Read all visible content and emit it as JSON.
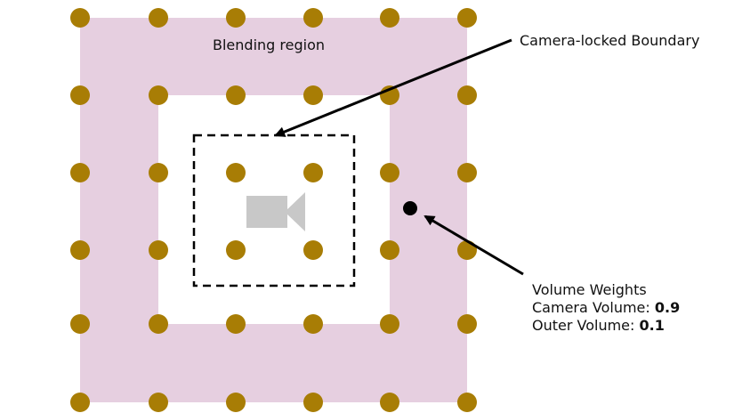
{
  "labels": {
    "blending_region": "Blending region",
    "boundary": "Camera-locked Boundary",
    "weights_title": "Volume Weights",
    "camera_volume_label": "Camera Volume:",
    "camera_volume_value": "0.9",
    "outer_volume_label": "Outer Volume:",
    "outer_volume_value": "0.1"
  },
  "colors": {
    "blend_fill": "#e6cfe0",
    "probe": "#a87d05",
    "camera_icon": "#c8c8c8",
    "marker": "#000000",
    "boundary_stroke": "#000000"
  },
  "icons": {
    "camera": "video-camera-icon",
    "probe": "probe-dot-icon",
    "sample": "sample-point-icon"
  }
}
